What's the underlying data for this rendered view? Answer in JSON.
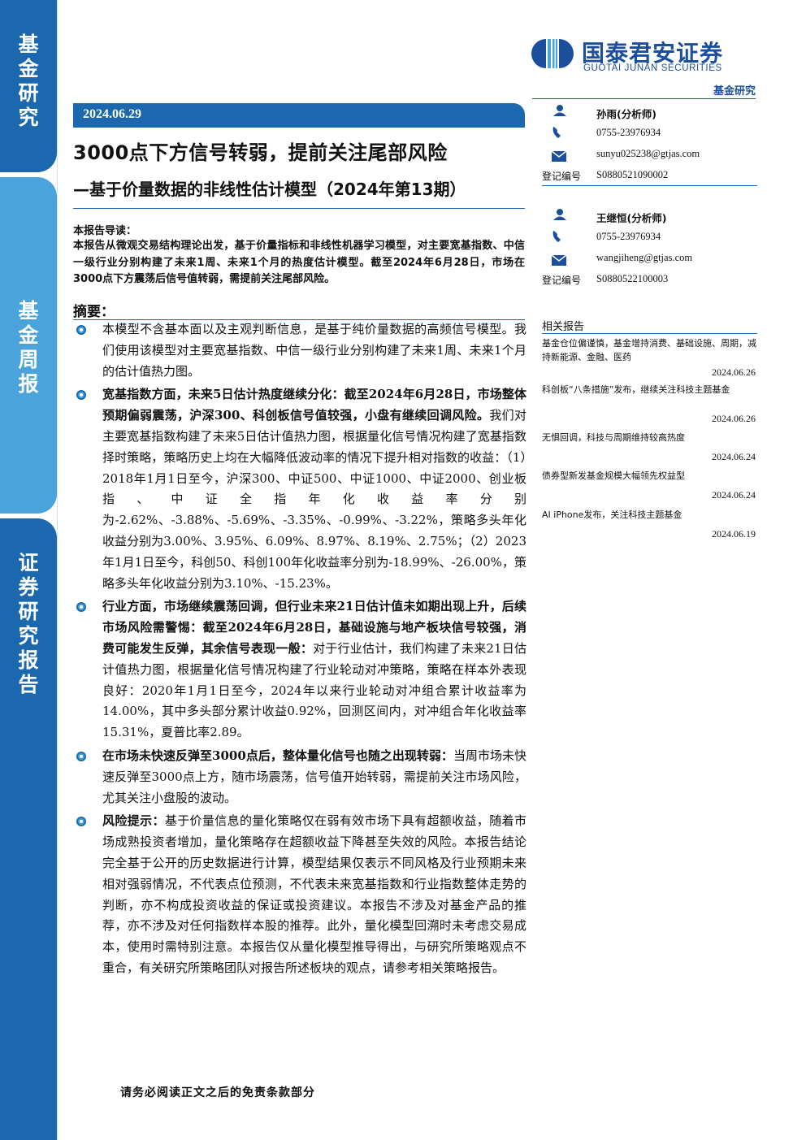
{
  "side_tabs": {
    "tab1": [
      "基",
      "金",
      "研",
      "究"
    ],
    "tab2": [
      "基",
      "金",
      "周",
      "报"
    ],
    "tab3": [
      "证",
      "券",
      "研",
      "究",
      "报",
      "告"
    ]
  },
  "header": {
    "logo_cn": "国泰君安证券",
    "logo_en": "GUOTAI JUNAN SECURITIES",
    "label": "基金研究"
  },
  "report": {
    "date": "2024.06.29",
    "title": "3000点下方信号转弱，提前关注尾部风险",
    "subtitle": "—基于价量数据的非线性估计模型（2024年第13期）",
    "lead_heading": "本报告导读：",
    "lead_body": "本报告从微观交易结构理论出发，基于价量指标和非线性机器学习模型，对主要宽基指数、中信一级行业分别构建了未来1周、未来1个月的热度估计模型。截至2024年6月28日，市场在3000点下方震荡后信号值转弱，需提前关注尾部风险。",
    "summary_heading": "摘要：",
    "bullets": [
      {
        "bold": "",
        "text": "本模型不含基本面以及主观判断信息，是基于纯价量数据的高频信号模型。我们使用该模型对主要宽基指数、中信一级行业分别构建了未来1周、未来1个月的估计值热力图。"
      },
      {
        "bold": "宽基指数方面，未来5日估计热度继续分化：截至2024年6月28日，市场整体预期偏弱震荡，沪深300、科创板信号值较强，小盘有继续回调风险。",
        "text": "我们对主要宽基指数构建了未来5日估计值热力图，根据量化信号情况构建了宽基指数择时策略，策略历史上均在大幅降低波动率的情况下提升相对指数的收益：（1）2018年1月1日至今，沪深300、中证500、中证1000、中证2000、创业板指、中证全指年化收益率分别为-2.62%、-3.88%、-5.69%、-3.35%、-0.99%、-3.22%，策略多头年化收益分别为3.00%、3.95%、6.09%、8.97%、8.19%、2.75%；（2）2023年1月1日至今，科创50、科创100年化收益率分别为-18.99%、-26.00%，策略多头年化收益分别为3.10%、-15.23%。"
      },
      {
        "bold": "行业方面，市场继续震荡回调，但行业未来21日估计值未如期出现上升，后续市场风险需警惕：截至2024年6月28日，基础设施与地产板块信号较强，消费可能发生反弹，其余信号表现一般：",
        "text": "对于行业估计，我们构建了未来21日估计值热力图，根据量化信号情况构建了行业轮动对冲策略，策略在样本外表现良好：2020年1月1日至今，2024年以来行业轮动对冲组合累计收益率为14.00%，其中多头部分累计收益0.92%，回测区间内，对冲组合年化收益率15.31%，夏普比率2.89。"
      },
      {
        "bold": "在市场未快速反弹至3000点后，整体量化信号也随之出现转弱：",
        "text": "当周市场未快速反弹至3000点上方，随市场震荡，信号值开始转弱，需提前关注市场风险，尤其关注小盘股的波动。"
      },
      {
        "bold": "风险提示：",
        "text": "基于价量信息的量化策略仅在弱有效市场下具有超额收益，随着市场成熟投资者增加，量化策略存在超额收益下降甚至失效的风险。本报告结论完全基于公开的历史数据进行计算，模型结果仅表示不同风格及行业预期未来相对强弱情况，不代表点位预测，不代表未来宽基指数和行业指数整体走势的判断，亦不构成投资收益的保证或投资建议。本报告不涉及对基金产品的推荐，亦不涉及对任何指数样本股的推荐。此外，量化模型回溯时未考虑交易成本，使用时需特别注意。本报告仅从量化模型推导得出，与研究所策略观点不重合，有关研究所策略团队对报告所述板块的观点，请参考相关策略报告。"
      }
    ]
  },
  "analysts": [
    {
      "name": "孙雨(分析师)",
      "phone": "0755-23976934",
      "email": "sunyu025238@gtjas.com",
      "reg_label": "登记编号",
      "reg_no": "S0880521090002"
    },
    {
      "name": "王继恒(分析师)",
      "phone": "0755-23976934",
      "email": "wangjiheng@gtjas.com",
      "reg_label": "登记编号",
      "reg_no": "S0880522100003"
    }
  ],
  "related": {
    "heading": "相关报告",
    "items": [
      {
        "title": "基金仓位偏谨慎，基金增持消费、基础设施、周期，减持新能源、金融、医药",
        "date": "2024.06.26"
      },
      {
        "title": "科创板“八条措施”发布，继续关注科技主题基金",
        "date": "2024.06.26"
      },
      {
        "title": "无惧回调，科技与周期维持较高热度",
        "date": "2024.06.24"
      },
      {
        "title": "债券型新发基金规模大幅领先权益型",
        "date": "2024.06.24"
      },
      {
        "title": "AI iPhone发布，关注科技主题基金",
        "date": "2024.06.19"
      }
    ]
  },
  "footer": "请务必阅读正文之后的免责条款部分",
  "colors": {
    "primary": "#1b68ae",
    "secondary": "#4aa3da",
    "logo_blue": "#1b4f9c"
  }
}
